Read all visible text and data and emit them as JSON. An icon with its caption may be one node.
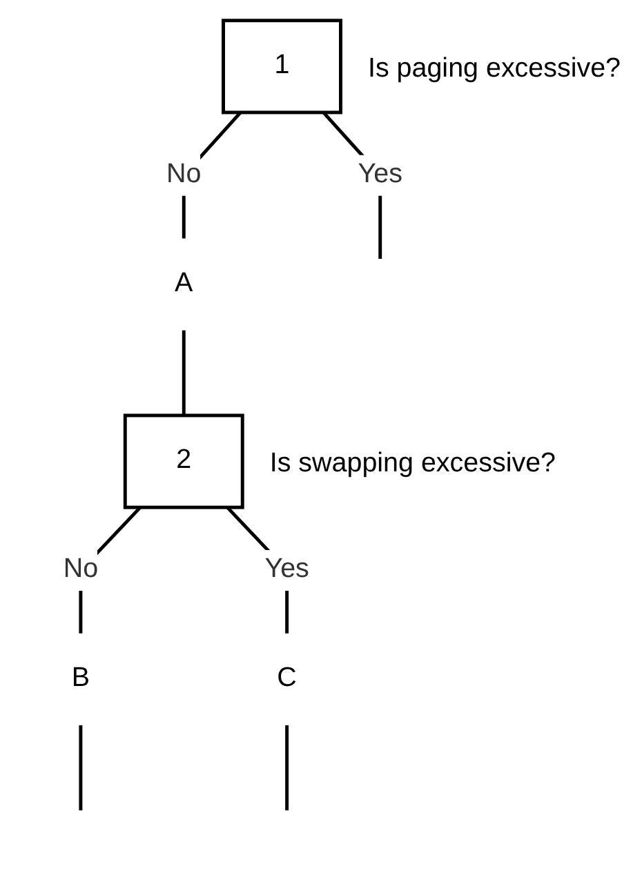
{
  "diagram": {
    "nodes": [
      {
        "text": [
          "1"
        ],
        "beside": [
          "Is paging excessive?"
        ]
      },
      {
        "text": [
          "A"
        ]
      },
      {
        "text": [
          "2"
        ],
        "beside": [
          "Is swapping excessive?"
        ]
      },
      {
        "text": [
          "B"
        ]
      },
      {
        "text": [
          "C"
        ]
      }
    ],
    "edges": [
      {
        "from": 0,
        "to": 1,
        "arrow": "none",
        "label": "No"
      },
      {
        "from": 0,
        "to": null,
        "arrow": "none",
        "label": "Yes"
      },
      {
        "from": 1,
        "to": 2,
        "arrow": "none"
      },
      {
        "from": 2,
        "to": 3,
        "arrow": "none",
        "label": "No"
      },
      {
        "from": 2,
        "to": 4,
        "arrow": "none",
        "label": "Yes"
      },
      {
        "from": 3,
        "to": null,
        "arrow": "none"
      },
      {
        "from": 4,
        "to": null,
        "arrow": "none"
      }
    ]
  }
}
